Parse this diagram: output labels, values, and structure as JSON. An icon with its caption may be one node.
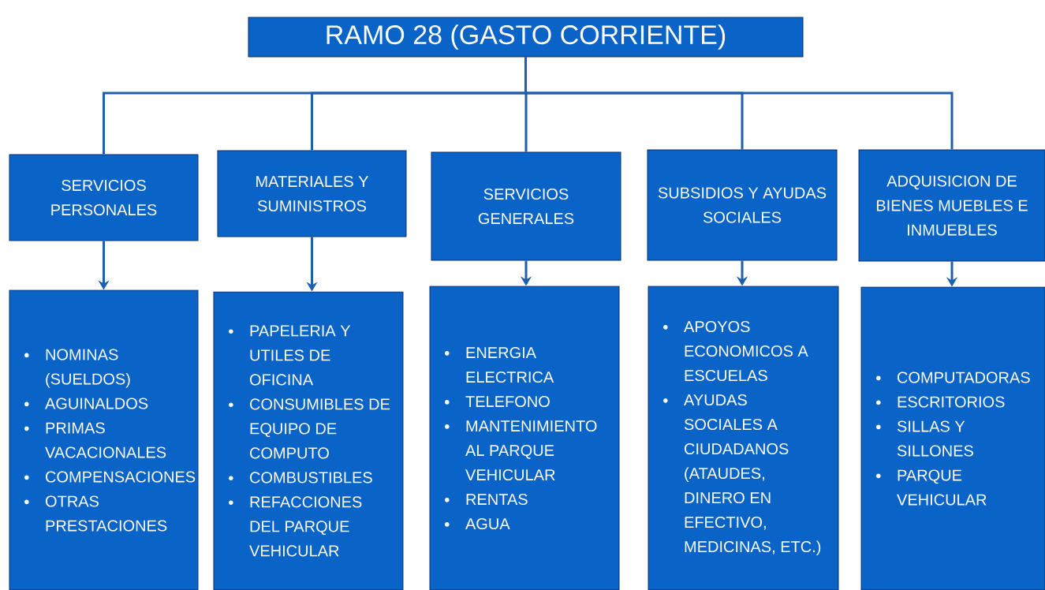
{
  "diagram": {
    "nodes": [
      {
        "text": [
          "RAMO 28 (GASTO CORRIENTE)"
        ]
      },
      {
        "text": [
          "SERVICIOS PERSONALES"
        ]
      },
      {
        "text": [
          "MATERIALES Y SUMINISTROS"
        ]
      },
      {
        "text": [
          "SERVICIOS GENERALES"
        ]
      },
      {
        "text": [
          "SUBSIDIOS Y AYUDAS SOCIALES"
        ]
      },
      {
        "text": [
          "ADQUISICION DE BIENES MUEBLES E INMUEBLES"
        ]
      },
      {
        "text": [
          "NOMINAS (SUELDOS)",
          "AGUINALDOS",
          "PRIMAS VACACIONALES",
          "COMPENSACIONES",
          "OTRAS PRESTACIONES"
        ]
      },
      {
        "text": [
          "PAPELERIA Y UTILES DE OFICINA",
          "CONSUMIBLES DE EQUIPO DE COMPUTO",
          "COMBUSTIBLES",
          "REFACCIONES DEL PARQUE VEHICULAR"
        ]
      },
      {
        "text": [
          "ENERGIA ELECTRICA",
          "TELEFONO",
          "MANTENIMIENTO AL PARQUE VEHICULAR",
          "RENTAS",
          "AGUA"
        ]
      },
      {
        "text": [
          "APOYOS ECONOMICOS A ESCUELAS",
          "AYUDAS SOCIALES A CIUDADANOS (ATAUDES, DINERO EN EFECTIVO, MEDICINAS, ETC.)"
        ]
      },
      {
        "text": [
          "COMPUTADORAS",
          "ESCRITORIOS",
          "SILLAS Y SILLONES",
          "PARQUE VEHICULAR"
        ]
      }
    ],
    "edges": [
      {
        "from": 0,
        "to": 1,
        "arrow": "none"
      },
      {
        "from": 0,
        "to": 2,
        "arrow": "none"
      },
      {
        "from": 0,
        "to": 3,
        "arrow": "none"
      },
      {
        "from": 0,
        "to": 4,
        "arrow": "none"
      },
      {
        "from": 0,
        "to": 5,
        "arrow": "none"
      },
      {
        "from": 1,
        "to": 6,
        "arrow": "to"
      },
      {
        "from": 2,
        "to": 7,
        "arrow": "to"
      },
      {
        "from": 3,
        "to": 8,
        "arrow": "to"
      },
      {
        "from": 4,
        "to": 9,
        "arrow": "to"
      },
      {
        "from": 5,
        "to": 10,
        "arrow": "to"
      }
    ]
  }
}
